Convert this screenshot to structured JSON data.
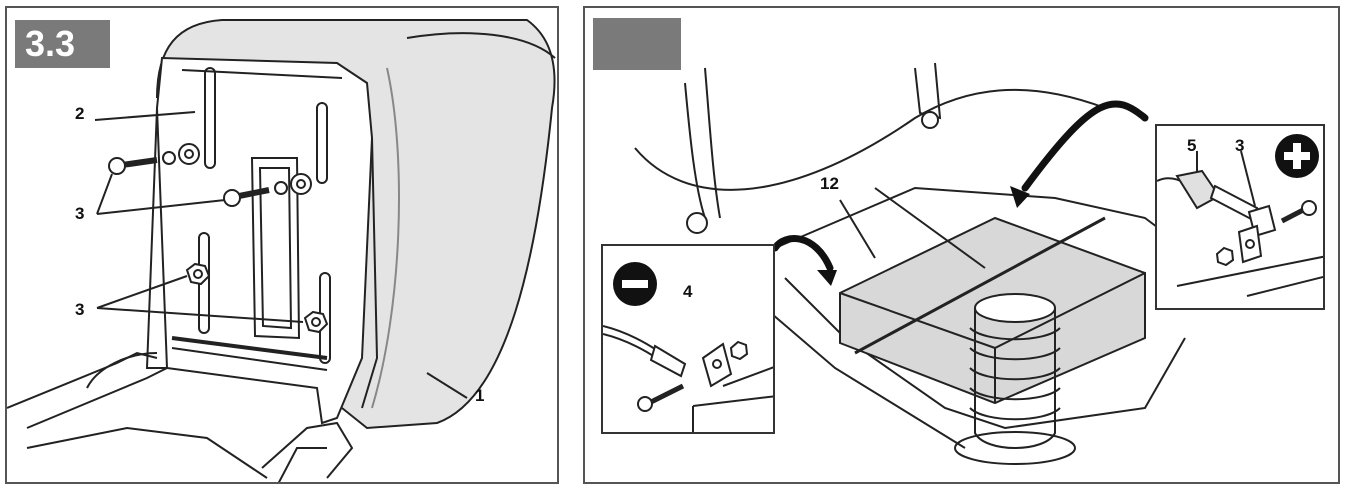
{
  "left_panel": {
    "badge": "3.3",
    "labels": {
      "bracket": "2",
      "bolts_upper": "3",
      "bolts_lower": "3",
      "seat": "1"
    }
  },
  "right_panel": {
    "badge": "",
    "labels": {
      "battery": "12",
      "negative_terminal": "4",
      "positive_cable": "5",
      "positive_bolt": "3"
    }
  }
}
